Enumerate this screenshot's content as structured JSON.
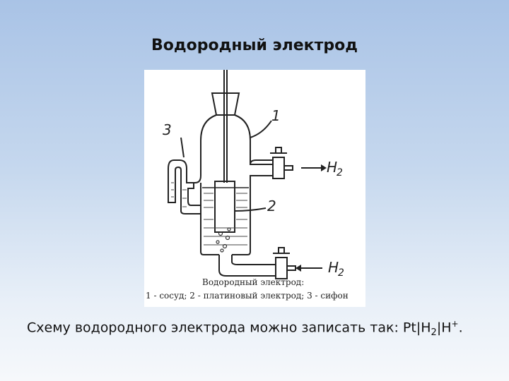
{
  "slide": {
    "title": "Водородный электрод"
  },
  "diagram": {
    "labels": {
      "vessel_num": "1",
      "electrode_num": "2",
      "siphon_num": "3",
      "gas_out_symbol": "H",
      "gas_out_sub": "2",
      "gas_in_symbol": "H",
      "gas_in_sub": "2"
    },
    "caption": {
      "line1": "Водородный электрод:",
      "line2": "1 - сосуд; 2 - платиновый электрод; 3 - сифон"
    }
  },
  "bottom": {
    "prefix": "Схему водородного электрода можно записать так: Pt|H",
    "sub": "2",
    "middle": "|H",
    "sup": "+",
    "suffix": "."
  }
}
